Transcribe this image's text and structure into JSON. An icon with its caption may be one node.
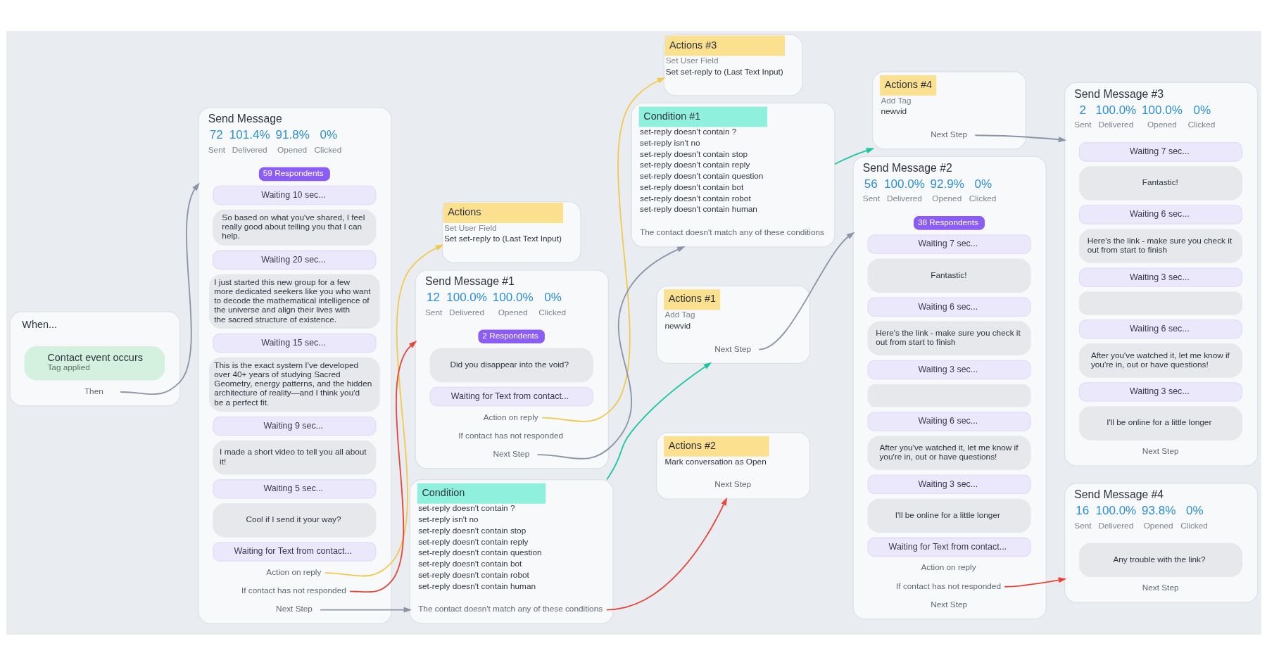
{
  "diagram": {
    "nodes": [
      {
        "text": [
          "When..."
        ]
      },
      {
        "text": [
          "Contact event occurs",
          "Tag applied"
        ],
        "in": 0
      },
      {
        "text": [
          "Then"
        ],
        "in": 0
      },
      {
        "text": [
          "Send Message",
          "72",
          "Sent",
          "101.4%",
          "Delivered",
          "91.8%",
          "Opened",
          "0%",
          "Clicked"
        ]
      },
      {
        "text": [
          "59 Respondents"
        ],
        "in": 3
      },
      {
        "text": [
          "Waiting 10 sec..."
        ],
        "in": 3
      },
      {
        "text": [
          "So based on what you've shared, I feel really good about telling you that I can help."
        ],
        "in": 3
      },
      {
        "text": [
          "Waiting 20 sec..."
        ],
        "in": 3
      },
      {
        "text": [
          "I just started this new group for a few more dedicated seekers like you who want to decode the mathematical intelligence of the universe and align their lives with the sacred structure of existence."
        ],
        "in": 3
      },
      {
        "text": [
          "Waiting 15 sec..."
        ],
        "in": 3
      },
      {
        "text": [
          "This is the exact system I've developed over 40+ years of studying Sacred Geometry, energy patterns, and the hidden architecture of reality—and I think you'd be a perfect fit."
        ],
        "in": 3
      },
      {
        "text": [
          "Waiting 9 sec..."
        ],
        "in": 3
      },
      {
        "text": [
          "I made a short video to tell you all about it!"
        ],
        "in": 3
      },
      {
        "text": [
          "Waiting 5 sec..."
        ],
        "in": 3
      },
      {
        "text": [
          "Cool if I send it your way?"
        ],
        "in": 3
      },
      {
        "text": [
          "Waiting for Text from contact..."
        ],
        "in": 3
      },
      {
        "text": [
          "Action on reply"
        ],
        "in": 3
      },
      {
        "text": [
          "If contact has not responded"
        ],
        "in": 3
      },
      {
        "text": [
          "Next Step"
        ],
        "in": 3
      },
      {
        "text": [
          "Actions",
          "Set User Field",
          "Set set-reply to (Last Text Input)"
        ]
      },
      {
        "text": [
          "Condition",
          "set-reply doesn't contain ?",
          "set-reply isn't no",
          "set-reply doesn't contain stop",
          "set-reply doesn't contain reply",
          "set-reply doesn't contain question",
          "set-reply doesn't contain bot",
          "set-reply doesn't contain robot",
          "set-reply doesn't contain human"
        ]
      },
      {
        "text": [
          "The contact doesn't match any of these conditions"
        ],
        "in": 20
      },
      {
        "text": [
          "Actions #1",
          "Add Tag",
          "newvid"
        ]
      },
      {
        "text": [
          "Next Step"
        ],
        "in": 22
      },
      {
        "text": [
          "Actions #2",
          "Mark conversation as Open"
        ]
      },
      {
        "text": [
          "Next Step"
        ],
        "in": 24
      },
      {
        "text": [
          "Send Message #1",
          "12",
          "Sent",
          "100.0%",
          "Delivered",
          "100.0%",
          "Opened",
          "0%",
          "Clicked"
        ]
      },
      {
        "text": [
          "2 Respondents"
        ],
        "in": 26
      },
      {
        "text": [
          "Did you disappear into the void?"
        ],
        "in": 26
      },
      {
        "text": [
          "Waiting for Text from contact..."
        ],
        "in": 26
      },
      {
        "text": [
          "Action on reply"
        ],
        "in": 26
      },
      {
        "text": [
          "If contact has not responded"
        ],
        "in": 26
      },
      {
        "text": [
          "Next Step"
        ],
        "in": 26
      },
      {
        "text": [
          "Actions #3",
          "Set User Field",
          "Set set-reply to (Last Text Input)"
        ]
      },
      {
        "text": [
          "Condition #1",
          "set-reply doesn't contain ?",
          "set-reply isn't no",
          "set-reply doesn't contain stop",
          "set-reply doesn't contain reply",
          "set-reply doesn't contain question",
          "set-reply doesn't contain bot",
          "set-reply doesn't contain robot",
          "set-reply doesn't contain human"
        ]
      },
      {
        "text": [
          "The contact doesn't match any of these conditions"
        ],
        "in": 34
      },
      {
        "text": [
          "Actions #4",
          "Add Tag",
          "newvid"
        ]
      },
      {
        "text": [
          "Next Step"
        ],
        "in": 36
      },
      {
        "text": [
          "Send Message #2",
          "56",
          "Sent",
          "100.0%",
          "Delivered",
          "92.9%",
          "Opened",
          "0%",
          "Clicked"
        ]
      },
      {
        "text": [
          "38 Respondents"
        ],
        "in": 38
      },
      {
        "text": [
          "Waiting 7 sec..."
        ],
        "in": 38
      },
      {
        "text": [
          "Fantastic!"
        ],
        "in": 38
      },
      {
        "text": [
          "Waiting 6 sec..."
        ],
        "in": 38
      },
      {
        "text": [
          "Here's the link - make sure you check it out from start to finish"
        ],
        "in": 38
      },
      {
        "text": [
          "Waiting 3 sec..."
        ],
        "in": 38
      },
      {
        "text": [],
        "shape": "box",
        "in": 38
      },
      {
        "text": [
          "Waiting 6 sec..."
        ],
        "in": 38
      },
      {
        "text": [
          "After you've watched it, let me know if you're in, out or have questions!"
        ],
        "in": 38
      },
      {
        "text": [
          "Waiting 3 sec..."
        ],
        "in": 38
      },
      {
        "text": [
          "I'll be online for a little longer"
        ],
        "in": 38
      },
      {
        "text": [
          "Waiting for Text from contact..."
        ],
        "in": 38
      },
      {
        "text": [
          "Action on reply"
        ],
        "in": 38
      },
      {
        "text": [
          "If contact has not responded"
        ],
        "in": 38
      },
      {
        "text": [
          "Next Step"
        ],
        "in": 38
      },
      {
        "text": [
          "Send Message #4",
          "16",
          "Sent",
          "100.0%",
          "Delivered",
          "93.8%",
          "Opened",
          "0%",
          "Clicked"
        ]
      },
      {
        "text": [
          "Any trouble with the link?"
        ],
        "in": 54
      },
      {
        "text": [
          "Next Step"
        ],
        "in": 54
      },
      {
        "text": [
          "Send Message #3",
          "2",
          "Sent",
          "100.0%",
          "Delivered",
          "100.0%",
          "Opened",
          "0%",
          "Clicked"
        ]
      },
      {
        "text": [
          "Waiting 7 sec..."
        ],
        "in": 57
      },
      {
        "text": [
          "Fantastic!"
        ],
        "in": 57
      },
      {
        "text": [
          "Waiting 6 sec..."
        ],
        "in": 57
      },
      {
        "text": [
          "Here's the link - make sure you check it out from start to finish"
        ],
        "in": 57
      },
      {
        "text": [
          "Waiting 3 sec..."
        ],
        "in": 57
      },
      {
        "text": [],
        "shape": "box",
        "in": 57
      },
      {
        "text": [
          "Waiting 6 sec..."
        ],
        "in": 57
      },
      {
        "text": [
          "After you've watched it, let me know if you're in, out or have questions!"
        ],
        "in": 57
      },
      {
        "text": [
          "Waiting 3 sec..."
        ],
        "in": 57
      },
      {
        "text": [
          "I'll be online for a little longer"
        ],
        "in": 57
      },
      {
        "text": [
          "Next Step"
        ],
        "in": 57
      }
    ],
    "edges": [
      {
        "from": 2,
        "to": 3,
        "arrow": "to"
      },
      {
        "from": 16,
        "to": 19,
        "arrow": "to",
        "color": "#f2c94c"
      },
      {
        "from": 18,
        "to": 20,
        "arrow": "to"
      },
      {
        "from": 17,
        "to": 26,
        "arrow": "to",
        "color": "#e5483b"
      },
      {
        "from": 20,
        "to": 22,
        "arrow": "to",
        "color": "#1cc6a3"
      },
      {
        "from": 21,
        "to": 24,
        "arrow": "to",
        "color": "#e5483b"
      },
      {
        "from": 23,
        "to": 38,
        "arrow": "to"
      },
      {
        "from": 30,
        "to": 33,
        "arrow": "to",
        "color": "#f2c94c"
      },
      {
        "from": 32,
        "to": 34,
        "arrow": "to"
      },
      {
        "from": 34,
        "to": 36,
        "arrow": "to",
        "color": "#1cc6a3"
      },
      {
        "from": 37,
        "to": 57,
        "arrow": "to"
      },
      {
        "from": 52,
        "to": 54,
        "arrow": "to",
        "color": "#e5483b"
      }
    ]
  }
}
